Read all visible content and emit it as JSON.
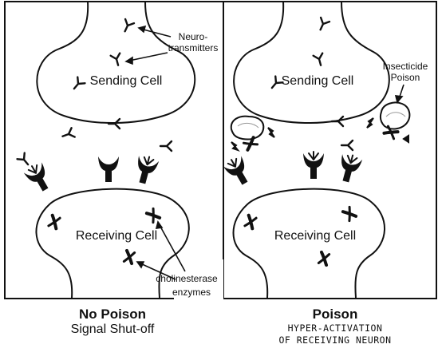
{
  "panels": [
    {
      "id": "left",
      "sending_label": "Sending Cell",
      "receiving_label": "Receiving Cell",
      "annotation_neuro_line1": "Neuro-",
      "annotation_neuro_line2": "transmitters",
      "annotation_enzyme_line1": "cholinesterase",
      "annotation_enzyme_line2": "enzymes",
      "caption_title": "No Poison",
      "caption_sub": "Signal Shut-off"
    },
    {
      "id": "right",
      "sending_label": "Sending Cell",
      "receiving_label": "Receiving Cell",
      "annotation_poison_line1": "Insecticide",
      "annotation_poison_line2": "Poison",
      "caption_title": "Poison",
      "caption_sub_line1": "HYPER-ACTIVATION",
      "caption_sub_line2": "OF RECEIVING NEURON"
    }
  ]
}
